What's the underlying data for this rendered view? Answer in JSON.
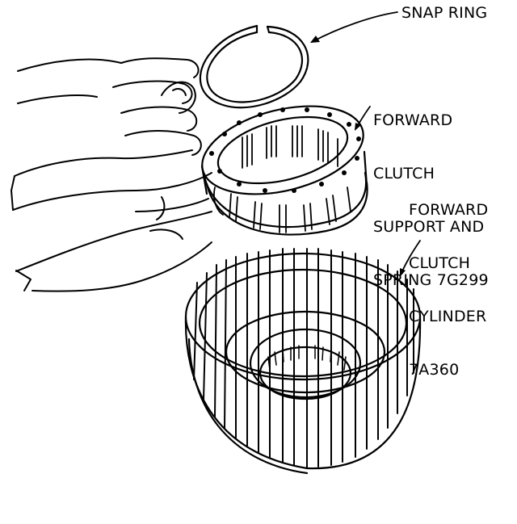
{
  "diagram": {
    "labels": {
      "snap_ring": "SNAP RING",
      "support_lines": [
        "FORWARD",
        "CLUTCH",
        "SUPPORT AND",
        "SPRING 7G299"
      ],
      "cylinder_lines": [
        "FORWARD",
        "CLUTCH",
        "CYLINDER",
        "7A360"
      ]
    }
  }
}
